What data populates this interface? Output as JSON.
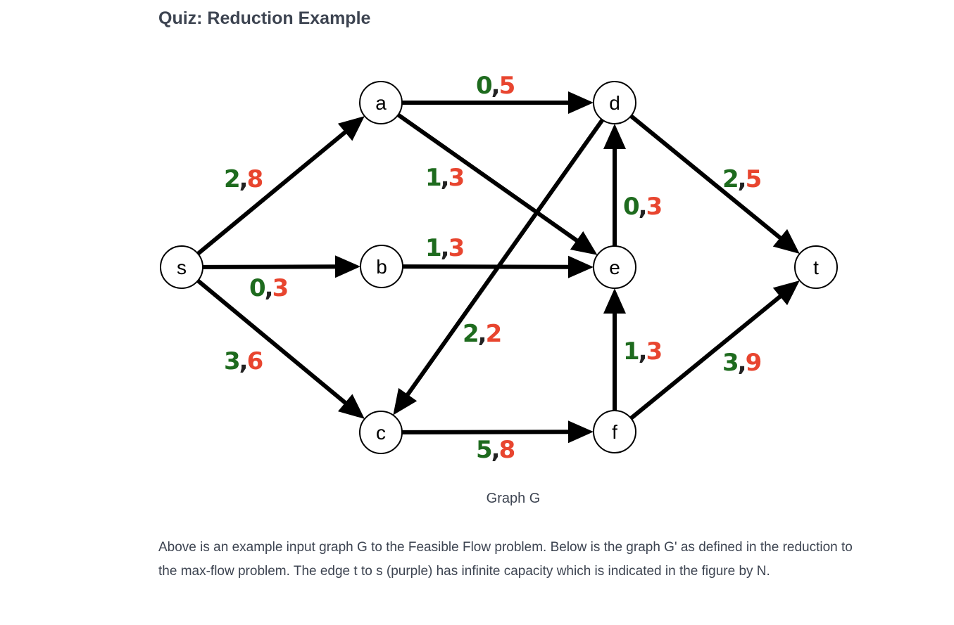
{
  "title": "Quiz: Reduction Example",
  "caption": "Graph G",
  "paragraph": "Above is an example input graph G to the Feasible Flow problem. Below is the graph G' as defined in the reduction to the max-flow problem. The edge t to s (purple) has infinite capacity which is indicated in the figure by N.",
  "colors": {
    "flow": "#1e6b1e",
    "capacity": "#e8452f",
    "separator": "#222222"
  },
  "graph": {
    "nodes": [
      {
        "id": "s",
        "label": "s"
      },
      {
        "id": "a",
        "label": "a"
      },
      {
        "id": "b",
        "label": "b"
      },
      {
        "id": "c",
        "label": "c"
      },
      {
        "id": "d",
        "label": "d"
      },
      {
        "id": "e",
        "label": "e"
      },
      {
        "id": "f",
        "label": "f"
      },
      {
        "id": "t",
        "label": "t"
      }
    ],
    "edges": [
      {
        "from": "s",
        "to": "a",
        "flow": "2",
        "capacity": "8"
      },
      {
        "from": "s",
        "to": "b",
        "flow": "0",
        "capacity": "3"
      },
      {
        "from": "s",
        "to": "c",
        "flow": "3",
        "capacity": "6"
      },
      {
        "from": "a",
        "to": "d",
        "flow": "0",
        "capacity": "5"
      },
      {
        "from": "a",
        "to": "e",
        "flow": "1",
        "capacity": "3"
      },
      {
        "from": "b",
        "to": "e",
        "flow": "1",
        "capacity": "3"
      },
      {
        "from": "d",
        "to": "c",
        "flow": "2",
        "capacity": "2"
      },
      {
        "from": "c",
        "to": "f",
        "flow": "5",
        "capacity": "8"
      },
      {
        "from": "e",
        "to": "d",
        "flow": "0",
        "capacity": "3"
      },
      {
        "from": "f",
        "to": "e",
        "flow": "1",
        "capacity": "3"
      },
      {
        "from": "d",
        "to": "t",
        "flow": "2",
        "capacity": "5"
      },
      {
        "from": "f",
        "to": "t",
        "flow": "3",
        "capacity": "9"
      }
    ],
    "separator": ","
  }
}
